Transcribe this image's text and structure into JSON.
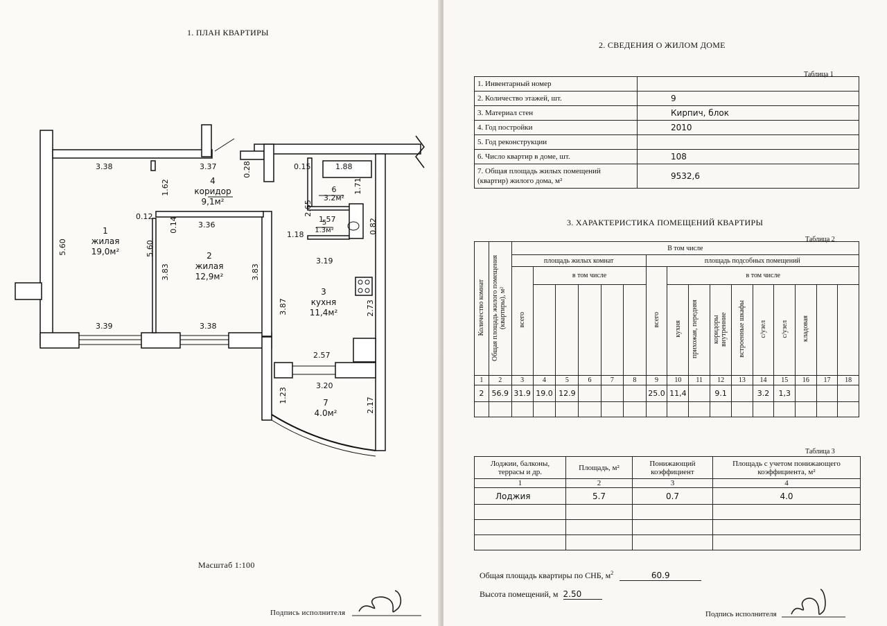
{
  "left": {
    "title": "1. ПЛАН КВАРТИРЫ",
    "scale": "Масштаб 1:100",
    "signature_label": "Подпись исполнителя",
    "rooms": [
      {
        "num": "1",
        "name": "жилая",
        "area": "19,0м²"
      },
      {
        "num": "2",
        "name": "жилая",
        "area": "12,9м²"
      },
      {
        "num": "3",
        "name": "кухня",
        "area": "11,4м²"
      },
      {
        "num": "4",
        "name": "коридор",
        "area": "9,1м²"
      },
      {
        "num": "5",
        "area": "1.3м²"
      },
      {
        "num": "6",
        "area": "3.2м²"
      },
      {
        "num": "7",
        "area": "4.0м²"
      }
    ],
    "dims": {
      "d1": "3.38",
      "d2": "3.37",
      "d3": "0.28",
      "d4": "0.15",
      "d5": "1.88",
      "d6": "1.62",
      "d7": "1.71",
      "d8": "2.65",
      "d9": "1.57",
      "d10": "0.12",
      "d11": "0.14",
      "d12": "3.36",
      "d13": "1.18",
      "d14": "0.82",
      "d15": "5.60",
      "d16": "5.60",
      "d17": "3.83",
      "d18": "3.83",
      "d19": "3.19",
      "d20": "3.87",
      "d21": "2.73",
      "d22": "3.39",
      "d23": "3.38",
      "d24": "2.57",
      "d25": "3.20",
      "d26": "1.23",
      "d27": "2.17"
    }
  },
  "right": {
    "title2": "2. СВЕДЕНИЯ О ЖИЛОМ ДОМЕ",
    "table1": {
      "caption": "Таблица 1",
      "rows": [
        {
          "label": "1. Инвентарный номер",
          "value": ""
        },
        {
          "label": "2. Количество этажей, шт.",
          "value": "9"
        },
        {
          "label": "3. Материал стен",
          "value": "Кирпич, блок"
        },
        {
          "label": "4. Год постройки",
          "value": "2010"
        },
        {
          "label": "5. Год реконструкции",
          "value": ""
        },
        {
          "label": "6. Число квартир в доме, шт.",
          "value": "108"
        },
        {
          "label": "7. Общая площадь жилых помещений",
          "label2": "(квартир) жилого дома, м²",
          "value": "9532,6"
        }
      ]
    },
    "title3": "3. ХАРАКТЕРИСТИКА ПОМЕЩЕНИЙ КВАРТИРЫ",
    "table2": {
      "caption": "Таблица 2",
      "h_rooms": "Количество комнат",
      "h_total": "Общая площадь жилого помещения (квартиры), м²",
      "h_incl": "В том числе",
      "h_living": "площадь жилых комнат",
      "h_aux": "площадь подсобных помещений",
      "h_incl2": "в том числе",
      "h_incl3": "в том числе",
      "h_all1": "всего",
      "h_all2": "всего",
      "h_kitchen": "кухня",
      "h_hall": "прихожая, передняя",
      "h_corr": "коридоры внутренние",
      "h_closet": "встроенные шкафы",
      "h_wc1": "с/узел",
      "h_wc2": "с/узел",
      "h_pantry": "кладовая",
      "col_nums": [
        "1",
        "2",
        "3",
        "4",
        "5",
        "6",
        "7",
        "8",
        "9",
        "10",
        "11",
        "12",
        "13",
        "14",
        "15",
        "16",
        "17",
        "18"
      ],
      "row": [
        "2",
        "56.9",
        "31.9",
        "19.0",
        "12.9",
        "",
        "",
        "",
        "25.0",
        "11,4",
        "",
        "9.1",
        "",
        "3.2",
        "1,3",
        "",
        "",
        ""
      ]
    },
    "table3": {
      "caption": "Таблица 3",
      "h1": "Лоджии, балконы, террасы и др.",
      "h2": "Площадь, м²",
      "h3": "Понижающий коэффициент",
      "h4": "Площадь с учетом понижающего коэффициента, м²",
      "nums": [
        "1",
        "2",
        "3",
        "4"
      ],
      "row": [
        "Лоджия",
        "5.7",
        "0.7",
        "4.0"
      ]
    },
    "total_label": "Общая площадь квартиры по СНБ, м",
    "total_sup": "2",
    "total_value": "60.9",
    "height_label": "Высота помещений, м",
    "height_value": "2.50",
    "signature_label": "Подпись исполнителя"
  }
}
